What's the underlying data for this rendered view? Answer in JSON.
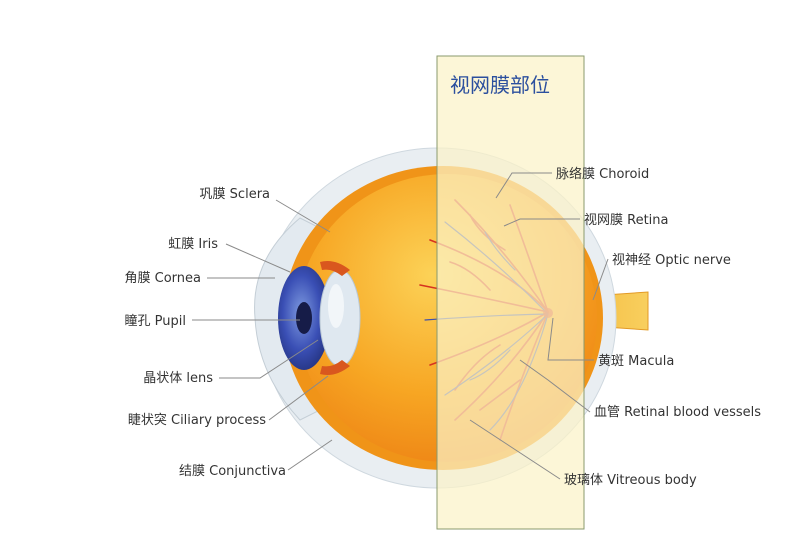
{
  "panel": {
    "title": "视网膜部位",
    "fill": "#fbf3c8",
    "border": "#8a9a6e",
    "title_color": "#2b4f9e"
  },
  "colors": {
    "eyeball_outer": "#e9eef2",
    "sclera_band": "#f4a21c",
    "eyeball_inner": "#f7a623",
    "eyeball_highlight": "#fbd35a",
    "iris": "#3a4fb5",
    "pupil": "#1a1f4a",
    "lens": "#dfe8f0",
    "vessel_red": "#d6331f",
    "vessel_blue": "#3f4fa8",
    "optic_nerve": "#f6c34a"
  },
  "labels": {
    "left": {
      "sclera": "巩膜 Sclera",
      "iris": "虹膜 Iris",
      "cornea": "角膜 Cornea",
      "pupil": "瞳孔 Pupil",
      "lens": "晶状体 lens",
      "ciliary": "睫状突 Ciliary process",
      "conjunctiva": "结膜 Conjunctiva"
    },
    "right": {
      "choroid": "脉络膜 Choroid",
      "retina": "视网膜 Retina",
      "optic_nerve": "视神经 Optic nerve",
      "macula": "黄斑 Macula",
      "vessels": "血管 Retinal blood vessels",
      "vitreous": "玻璃体 Vitreous body"
    }
  }
}
